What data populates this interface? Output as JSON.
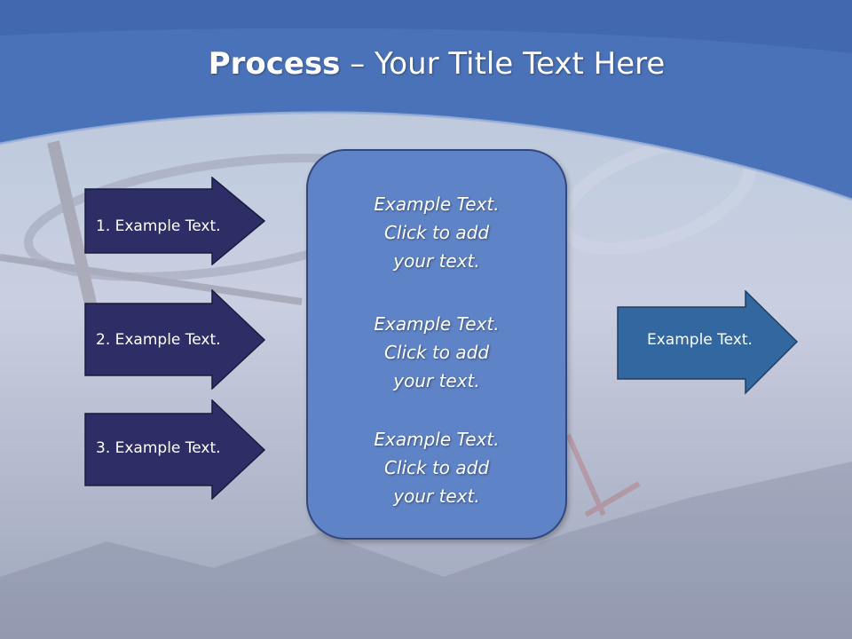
{
  "slide": {
    "title_bold": "Process",
    "title_rest": " – Your Title Text Here",
    "inputs": [
      {
        "label": "1. Example Text."
      },
      {
        "label": "2. Example Text."
      },
      {
        "label": "3. Example Text."
      }
    ],
    "center_blocks": [
      {
        "line1": "Example Text.",
        "line2": "Click  to add",
        "line3": "your text."
      },
      {
        "line1": "Example Text.",
        "line2": "Click  to add",
        "line3": "your text."
      },
      {
        "line1": "Example Text.",
        "line2": "Click  to add",
        "line3": "your text."
      }
    ],
    "output": {
      "label": "Example Text."
    }
  },
  "colors": {
    "header_blue": "#4a72b8",
    "input_arrow": "#2e2e66",
    "center_box": "#5f83c7",
    "output_arrow": "#32679f"
  }
}
